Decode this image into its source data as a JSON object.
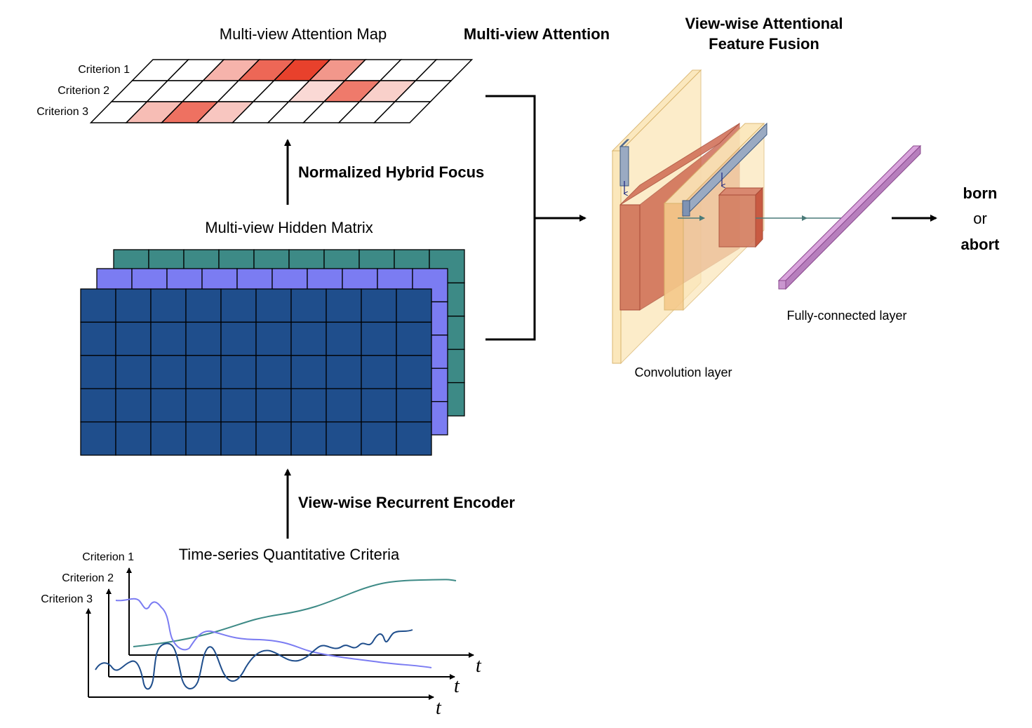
{
  "attention_map": {
    "title": "Multi-view Attention Map",
    "rows": [
      "Criterion 1",
      "Criterion 2",
      "Criterion 3"
    ],
    "intensity": [
      [
        0,
        0,
        0.4,
        0.8,
        1.0,
        0.55,
        0,
        0,
        0
      ],
      [
        0,
        0,
        0,
        0,
        0,
        0.2,
        0.7,
        0.25,
        0
      ],
      [
        0,
        0.35,
        0.75,
        0.3,
        0,
        0,
        0,
        0,
        0
      ]
    ],
    "heat_color": "#e8412c"
  },
  "steps": {
    "normalized_hybrid_focus": "Normalized Hybrid Focus",
    "multi_view_attention": "Multi-view Attention",
    "view_wise_recurrent_encoder": "View-wise Recurrent Encoder"
  },
  "hidden_matrix": {
    "title": "Multi-view Hidden Matrix",
    "layer_colors": [
      "#3d8a86",
      "#7b7cf2",
      "#1f4e8c"
    ]
  },
  "time_series": {
    "title": "Time-series Quantitative Criteria",
    "criteria": [
      "Criterion 1",
      "Criterion 2",
      "Criterion 3"
    ],
    "axis_label": "t",
    "line_colors": [
      "#3d8a86",
      "#7b7cf2",
      "#1f4e8c"
    ]
  },
  "fusion": {
    "title_line1": "View-wise Attentional",
    "title_line2": "Feature Fusion",
    "conv_label": "Convolution layer",
    "fc_label": "Fully-connected layer"
  },
  "output": {
    "option_a": "born",
    "connector": "or",
    "option_b": "abort"
  }
}
